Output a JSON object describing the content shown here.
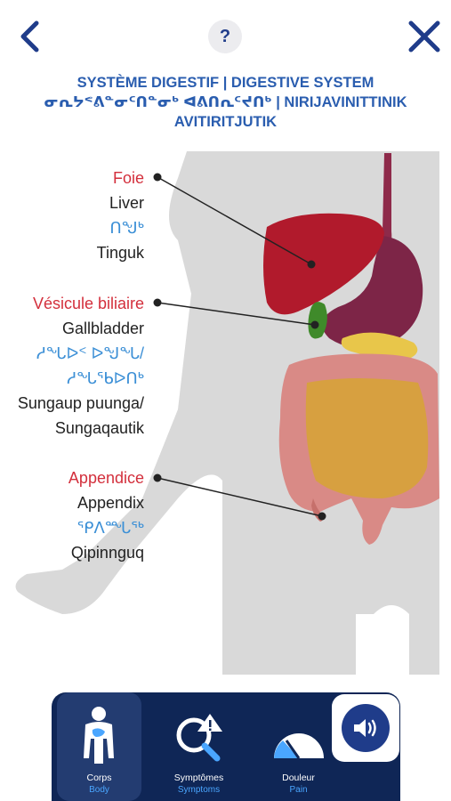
{
  "header": {
    "back_icon": "chevron-left-icon",
    "help_label": "?",
    "close_icon": "close-icon",
    "title_line1": "SYSTÈME DIGESTIF | DIGESTIVE SYSTEM",
    "title_line2": "ᓂᕆᔭᕝᕕᓐᓂᑦᑎᓐᓂᒃ ᐊᕕᑎᕆᑦᔪᑎᒃ | NIRIJAVINITTINIK",
    "title_line3": "AVITIRITJUTIK"
  },
  "labels": {
    "liver": {
      "fr": "Foie",
      "en": "Liver",
      "iu": "ᑎᖑᒃ",
      "rom": "Tinguk"
    },
    "gallbladder": {
      "fr": "Vésicule biliaire",
      "en": "Gallbladder",
      "iu1": "ᓱᖓᐅᑉ ᐅᖑᖓ/",
      "iu2": "ᓱᖓᖃᐅᑎᒃ",
      "rom1": "Sungaup puunga/",
      "rom2": "Sungaqautik"
    },
    "appendix": {
      "fr": "Appendice",
      "en": "Appendix",
      "iu": "ᕿᐱᙵᖅ",
      "rom": "Qipinnguq"
    }
  },
  "nav": {
    "items": [
      {
        "label": "Corps",
        "sub": "Body",
        "icon": "body-icon",
        "active": true
      },
      {
        "label": "Symptômes",
        "sub": "Symptoms",
        "icon": "symptoms-search-icon",
        "active": false
      },
      {
        "label": "Douleur",
        "sub": "Pain",
        "icon": "pain-gauge-icon",
        "active": false
      }
    ],
    "sound_icon": "speaker-icon"
  },
  "colors": {
    "title": "#2a5daf",
    "french_label": "#d32f3c",
    "inuktitut_label": "#3b8fd6",
    "nav_background": "#0f2656",
    "body_silhouette": "#d9d9d9"
  }
}
